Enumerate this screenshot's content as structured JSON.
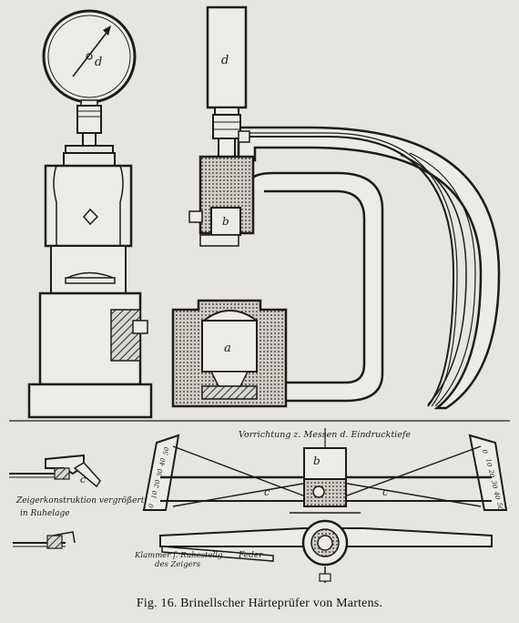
{
  "figure": {
    "caption_prefix": "Fig. 16.",
    "caption_text": "Brinellscher Härteprüfer von Martens."
  },
  "labels": {
    "gauge_left": "d",
    "cylinder_top": "d",
    "block_b": "b",
    "piston_a": "a",
    "measure_title": "Vorrichtung z. Messen d. Eindrucktiefe",
    "measure_b": "b",
    "lever_c_left": "c",
    "lever_c_right": "c",
    "pointer_c": "c",
    "zeiger_line1": "Zeigerkonstruktion vergrößert",
    "zeiger_line2": "in Ruhelage",
    "klammer_line1": "Klammer f. Ruhestellg.",
    "klammer_line2": "des Zeigers",
    "feder": "Feder"
  },
  "scale_left": [
    "50",
    "40",
    "30",
    "20",
    "10",
    "0"
  ],
  "scale_right": [
    "0",
    "10",
    "20",
    "30",
    "40",
    "50"
  ]
}
